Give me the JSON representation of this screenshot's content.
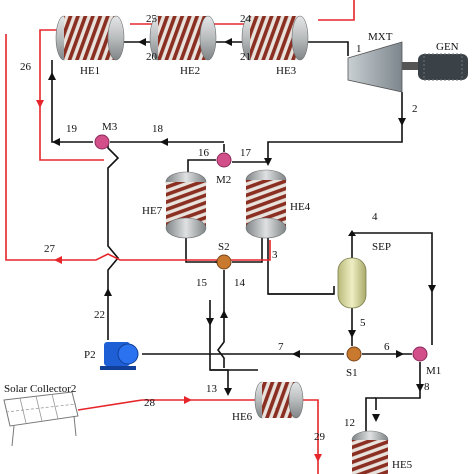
{
  "equipment": {
    "he1": "HE1",
    "he2": "HE2",
    "he3": "HE3",
    "he4": "HE4",
    "he5": "HE5",
    "he6": "HE6",
    "he7": "HE7",
    "mxt": "MXT",
    "gen": "GEN",
    "sep": "SEP",
    "m1": "M1",
    "m2": "M2",
    "m3": "M3",
    "s1": "S1",
    "s2": "S2",
    "p2": "P2",
    "solar": "Solar Collector2"
  },
  "streams": {
    "s1": "1",
    "s2": "2",
    "s3": "3",
    "s4": "4",
    "s5": "5",
    "s6": "6",
    "s7": "7",
    "s8": "8",
    "s12": "12",
    "s13": "13",
    "s14": "14",
    "s15": "15",
    "s16": "16",
    "s17": "17",
    "s18": "18",
    "s19": "19",
    "s20": "20",
    "s21": "21",
    "s22": "22",
    "s24": "24",
    "s25": "25",
    "s26": "26",
    "s27": "27",
    "s28": "28",
    "s29": "29"
  },
  "colors": {
    "line": "#111111",
    "hot_line": "#e5262b",
    "vessel": "#b9bcbd",
    "coil": "#8a2f22",
    "mixer": "#d24f8a",
    "splitter": "#c8792e",
    "pump": "#1f5fd6",
    "separator": "#d8d9a0",
    "turbine": "#9aa3a8",
    "generator": "#3b4247"
  }
}
